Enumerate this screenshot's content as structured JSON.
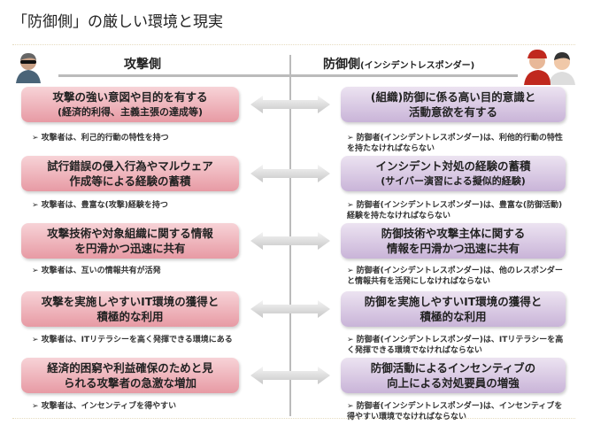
{
  "title": "「防御側」の厳しい環境と現実",
  "attacker_header": "攻撃側",
  "defender_header": "防御側",
  "defender_header_sub": "(インシデントレスポンダー)",
  "rows": [
    {
      "left_title": "攻撃の強い意図や目的を有する",
      "left_sub": "(経済的利得、主義主張の達成等)",
      "left_note": "➢ 攻撃者は、利己的行動の特性を持つ",
      "right_title": "(組織)防御に係る高い目的意識と",
      "right_sub": "活動意欲を有する",
      "right_note": "➢ 防御者(インシデントレスポンダー)は、利他的行動の特性を持たなければならない"
    },
    {
      "left_title": "試行錯誤の侵入行為やマルウェア",
      "left_sub": "作成等による経験の蓄積",
      "left_note": "➢ 攻撃者は、豊富な(攻撃)経験を持つ",
      "right_title": "インシデント対処の経験の蓄積",
      "right_sub": "(サイバー演習による擬似的経験)",
      "right_note": "➢ 防御者(インシデントレスポンダー)は、豊富な(防御活動)経験を持たなければならない"
    },
    {
      "left_title": "攻撃技術や対象組織に関する情報",
      "left_sub": "を円滑かつ迅速に共有",
      "left_note": "➢ 攻撃者は、互いの情報共有が活発",
      "right_title": "防御技術や攻撃主体に関する",
      "right_sub": "情報を円滑かつ迅速に共有",
      "right_note": "➢ 防御者(インシデントレスポンダー)は、他のレスポンダーと情報共有を活発にしなければならない"
    },
    {
      "left_title": "攻撃を実施しやすいIT環境の獲得と",
      "left_sub": "積極的な利用",
      "left_note": "➢ 攻撃者は、ITリテラシーを高く発揮できる環境にある",
      "right_title": "防御を実施しやすいIT環境の獲得と",
      "right_sub": "積極的な利用",
      "right_note": "➢ 防御者(インシデントレスポンダー)は、ITリテラシーを高く発揮できる環境でなければならない"
    },
    {
      "left_title": "経済的困窮や利益確保のためと見",
      "left_sub": "られる攻撃者の急激な増加",
      "left_note": "➢ 攻撃者は、インセンティブを得やすい",
      "right_title": "防御活動によるインセンティブの",
      "right_sub": "向上による対処要員の増強",
      "right_note": "➢ 防御者(インシデントレスポンダー)は、インセンティブを得やすい環境でなければならない"
    }
  ],
  "colors": {
    "attacker_box": "#e79aa4",
    "defender_box": "#c9b4d8",
    "line": "#bbbbbb"
  }
}
